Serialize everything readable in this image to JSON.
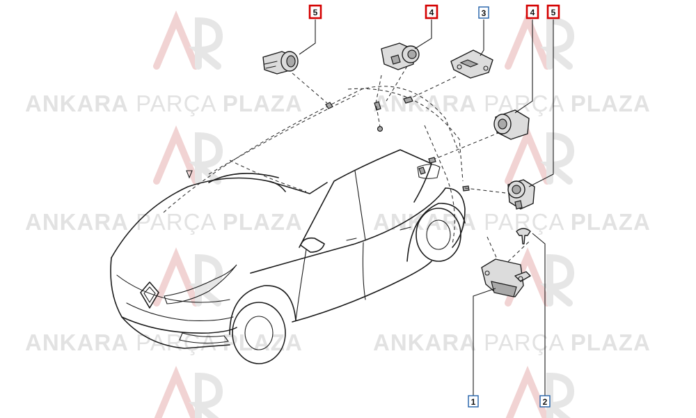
{
  "watermark": {
    "word1": "ANKARA",
    "word2": "PARÇA",
    "word3": "PLAZA"
  },
  "callouts": [
    {
      "id": "callout-5-left",
      "label": "5",
      "style": "red"
    },
    {
      "id": "callout-4-left",
      "label": "4",
      "style": "red"
    },
    {
      "id": "callout-3",
      "label": "3",
      "style": "blue"
    },
    {
      "id": "callout-4-right",
      "label": "4",
      "style": "red"
    },
    {
      "id": "callout-5-right",
      "label": "5",
      "style": "red"
    },
    {
      "id": "callout-1",
      "label": "1",
      "style": "blue"
    },
    {
      "id": "callout-2",
      "label": "2",
      "style": "blue"
    }
  ],
  "colors": {
    "callout_red": "#d40000",
    "callout_blue": "#1f5fa8",
    "watermark_text": "#e2e2e2",
    "watermark_logo": "#f1d3d3"
  }
}
